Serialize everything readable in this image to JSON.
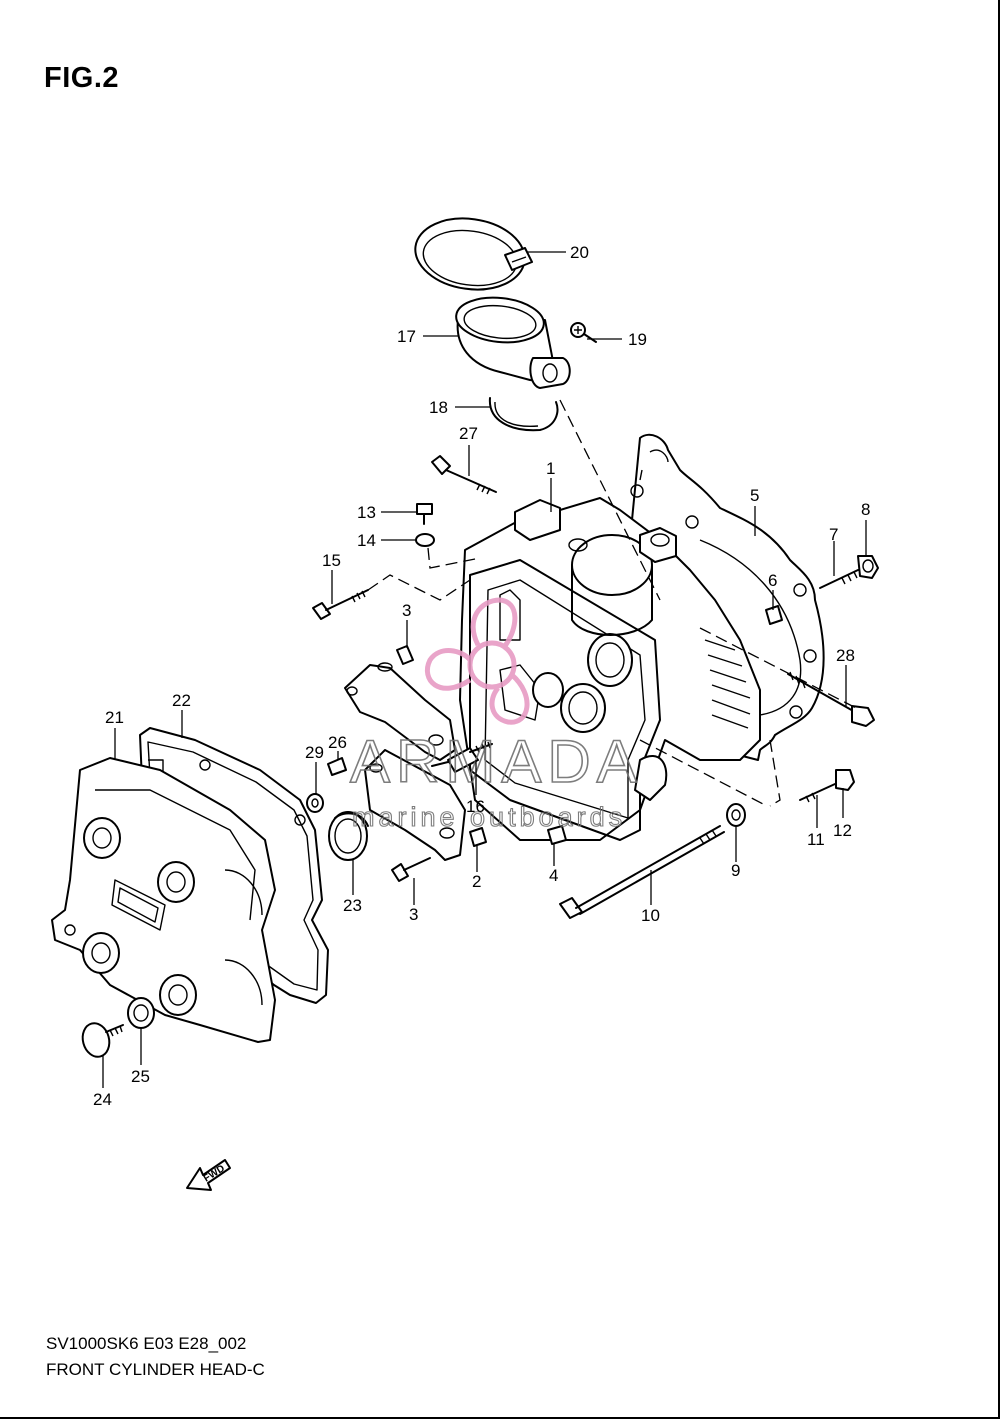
{
  "figure": {
    "title": "FIG.2"
  },
  "footer": {
    "model_code": "SV1000SK6 E03 E28_002",
    "section_name": "FRONT CYLINDER HEAD-C"
  },
  "watermark": {
    "brand": "ARMADA",
    "tagline": "marine outboards",
    "color": "#e79bc4",
    "text_color": "#6f6f6f"
  },
  "fwd_arrow": {
    "label": "FWD"
  },
  "callouts": [
    "20",
    "17",
    "19",
    "18",
    "27",
    "1",
    "5",
    "8",
    "13",
    "14",
    "7",
    "6",
    "15",
    "3",
    "28",
    "22",
    "21",
    "29",
    "26",
    "16",
    "11",
    "12",
    "9",
    "23",
    "2",
    "4",
    "3",
    "10",
    "24",
    "25"
  ]
}
